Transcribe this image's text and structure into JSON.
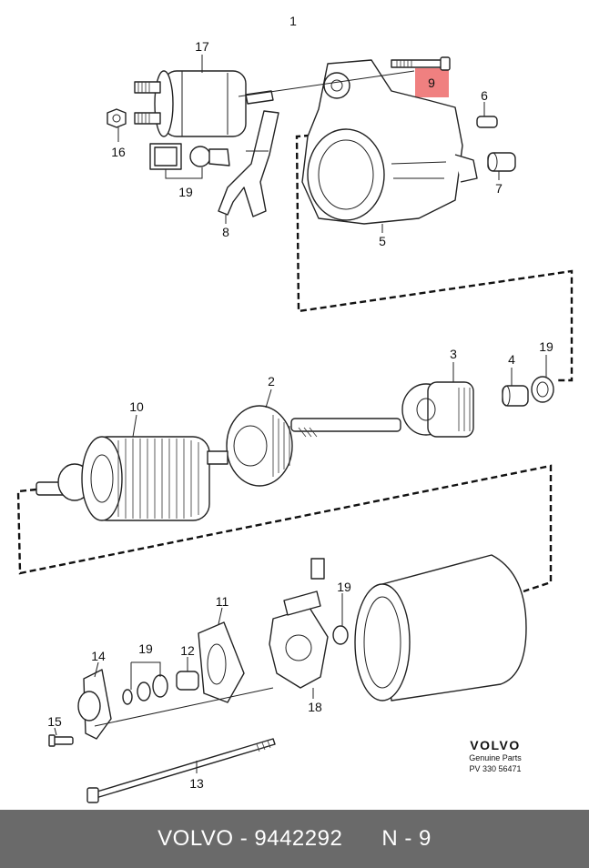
{
  "callouts": {
    "c1": "1",
    "c17": "17",
    "c9": "9",
    "c6": "6",
    "c16": "16",
    "c19a": "19",
    "c7": "7",
    "c8": "8",
    "c5": "5",
    "c3": "3",
    "c4": "4",
    "c19b": "19",
    "c2": "2",
    "c10": "10",
    "c19c": "19",
    "c11": "11",
    "c14": "14",
    "c19d": "19",
    "c12": "12",
    "c18": "18",
    "c15": "15",
    "c13": "13"
  },
  "highlight_color": "#f08080",
  "brand": {
    "name": "VOLVO",
    "line1": "Genuine Parts",
    "line2": "PV 330 56471"
  },
  "footer": {
    "brand": "VOLVO",
    "sep": " - ",
    "part_number": "9442292",
    "ref": "N - 9"
  }
}
